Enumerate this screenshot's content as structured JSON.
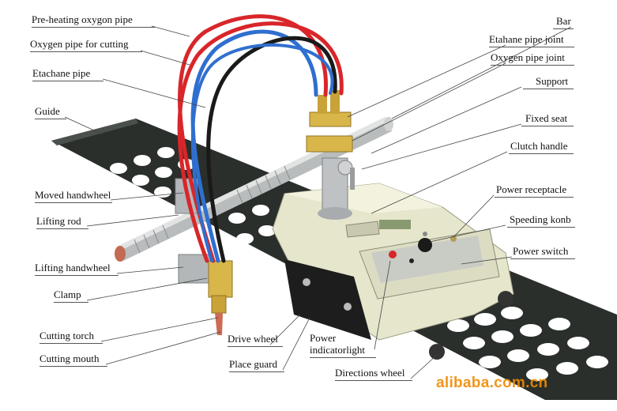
{
  "labels": {
    "preheating_oxygen_pipe": "Pre-heating oxygon pipe",
    "oxygen_pipe_cutting": "Oxygen pipe for cutting",
    "etachane_pipe": "Etachane pipe",
    "guide": "Guide",
    "moved_handwheel": "Moved handwheel",
    "lifting_rod": "Lifting rod",
    "lifting_handwheel": "Lifting handwheel",
    "clamp": "Clamp",
    "cutting_torch": "Cutting torch",
    "cutting_mouth": "Cutting mouth",
    "drive_wheel": "Drive wheel",
    "place_guard": "Place guard",
    "power_indicator_1": "Power",
    "power_indicator_2": "indicatorlight",
    "directions_wheel": "Directions wheel",
    "bar": "Bar",
    "etahane_pipe_joint": "Etahane pipe joint",
    "oxygen_pipe_joint": "Oxygen pipe joint",
    "support": "Support",
    "fixed_seat": "Fixed seat",
    "clutch_handle": "Clutch handle",
    "power_receptacle": "Power receptacle",
    "speeding_konb": "Speeding konb",
    "power_switch": "Power switch"
  },
  "watermark": "alibaba.com.cn",
  "colors": {
    "rail": "#2a2f2c",
    "body": "#e6e6cc",
    "hose_red": "#d8262a",
    "hose_blue": "#2f6fd0",
    "hose_black": "#1a1a1a",
    "brass": "#d9b64a",
    "watermark": "#f08a00"
  }
}
